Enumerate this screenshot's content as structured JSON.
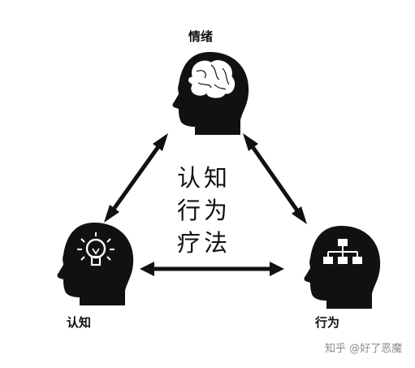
{
  "nodes": {
    "emotion": {
      "label": "情绪",
      "icon": "brain-icon"
    },
    "cognition": {
      "label": "认知",
      "icon": "lightbulb-icon"
    },
    "behavior": {
      "label": "行为",
      "icon": "flowchart-icon"
    }
  },
  "center_title": [
    "认知",
    "行为",
    "疗法"
  ],
  "watermark": "知乎 @好了恶魔",
  "colors": {
    "ink": "#111111",
    "background": "#ffffff",
    "watermark": "#8a8a8a"
  }
}
